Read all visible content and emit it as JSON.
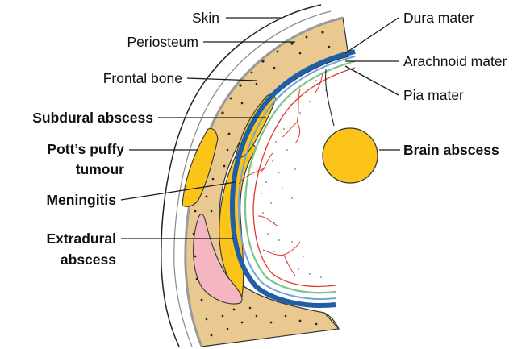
{
  "colors": {
    "bone": "#e9c98f",
    "abscess": "#fcc419",
    "pink_mass": "#f4b6c2",
    "dura": "#1f5fa8",
    "arachnoid": "#7cc48a",
    "pia": "#e03a2a",
    "outline": "#222222"
  },
  "labels": {
    "skin": "Skin",
    "periosteum": "Periosteum",
    "frontal_bone": "Frontal bone",
    "subdural_abscess": "Subdural abscess",
    "potts_line1": "Pott’s puffy",
    "potts_line2": "tumour",
    "meningitis": "Meningitis",
    "extradural_line1": "Extradural",
    "extradural_line2": "abscess",
    "dura_mater": "Dura mater",
    "arachnoid_mater": "Arachnoid mater",
    "pia_mater": "Pia mater",
    "brain_abscess": "Brain abscess"
  }
}
